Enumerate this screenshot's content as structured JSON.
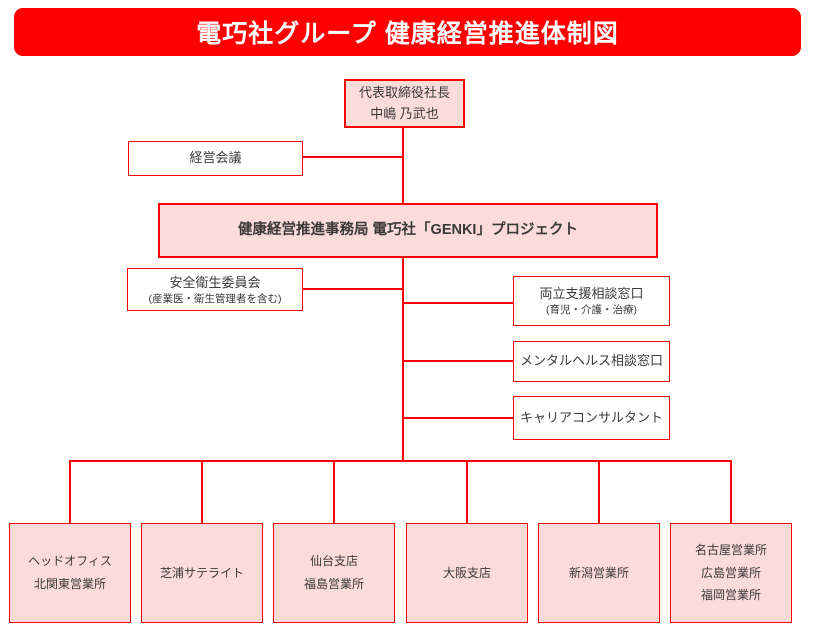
{
  "title": "電巧社グループ 健康経営推進体制図",
  "colors": {
    "accent_red": "#FF0000",
    "box_fill_pink": "#FBDCDA",
    "box_fill_white": "#FFFFFF",
    "text_dark": "#3B3838",
    "title_text": "#FFFFFF"
  },
  "nodes": {
    "president": {
      "line1": "代表取締役社長",
      "line2": "中嶋 乃武也"
    },
    "management_meeting": {
      "label": "経営会議"
    },
    "genki_office": {
      "label": "健康経営推進事務局 電巧社「GENKI」プロジェクト"
    },
    "safety_committee": {
      "label": "安全衛生委員会",
      "sub": "(産業医・衛生管理者を含む)"
    },
    "support_desk": {
      "label": "両立支援相談窓口",
      "sub": "(育児・介護・治療)"
    },
    "mental_health_desk": {
      "label": "メンタルヘルス相談窓口"
    },
    "career_consultant": {
      "label": "キャリアコンサルタント"
    },
    "branches": [
      {
        "lines": [
          "ヘッドオフィス",
          "北関東営業所"
        ]
      },
      {
        "lines": [
          "芝浦サテライト"
        ]
      },
      {
        "lines": [
          "仙台支店",
          "福島営業所"
        ]
      },
      {
        "lines": [
          "大阪支店"
        ]
      },
      {
        "lines": [
          "新潟営業所"
        ]
      },
      {
        "lines": [
          "名古屋営業所",
          "広島営業所",
          "福岡営業所"
        ]
      }
    ]
  }
}
